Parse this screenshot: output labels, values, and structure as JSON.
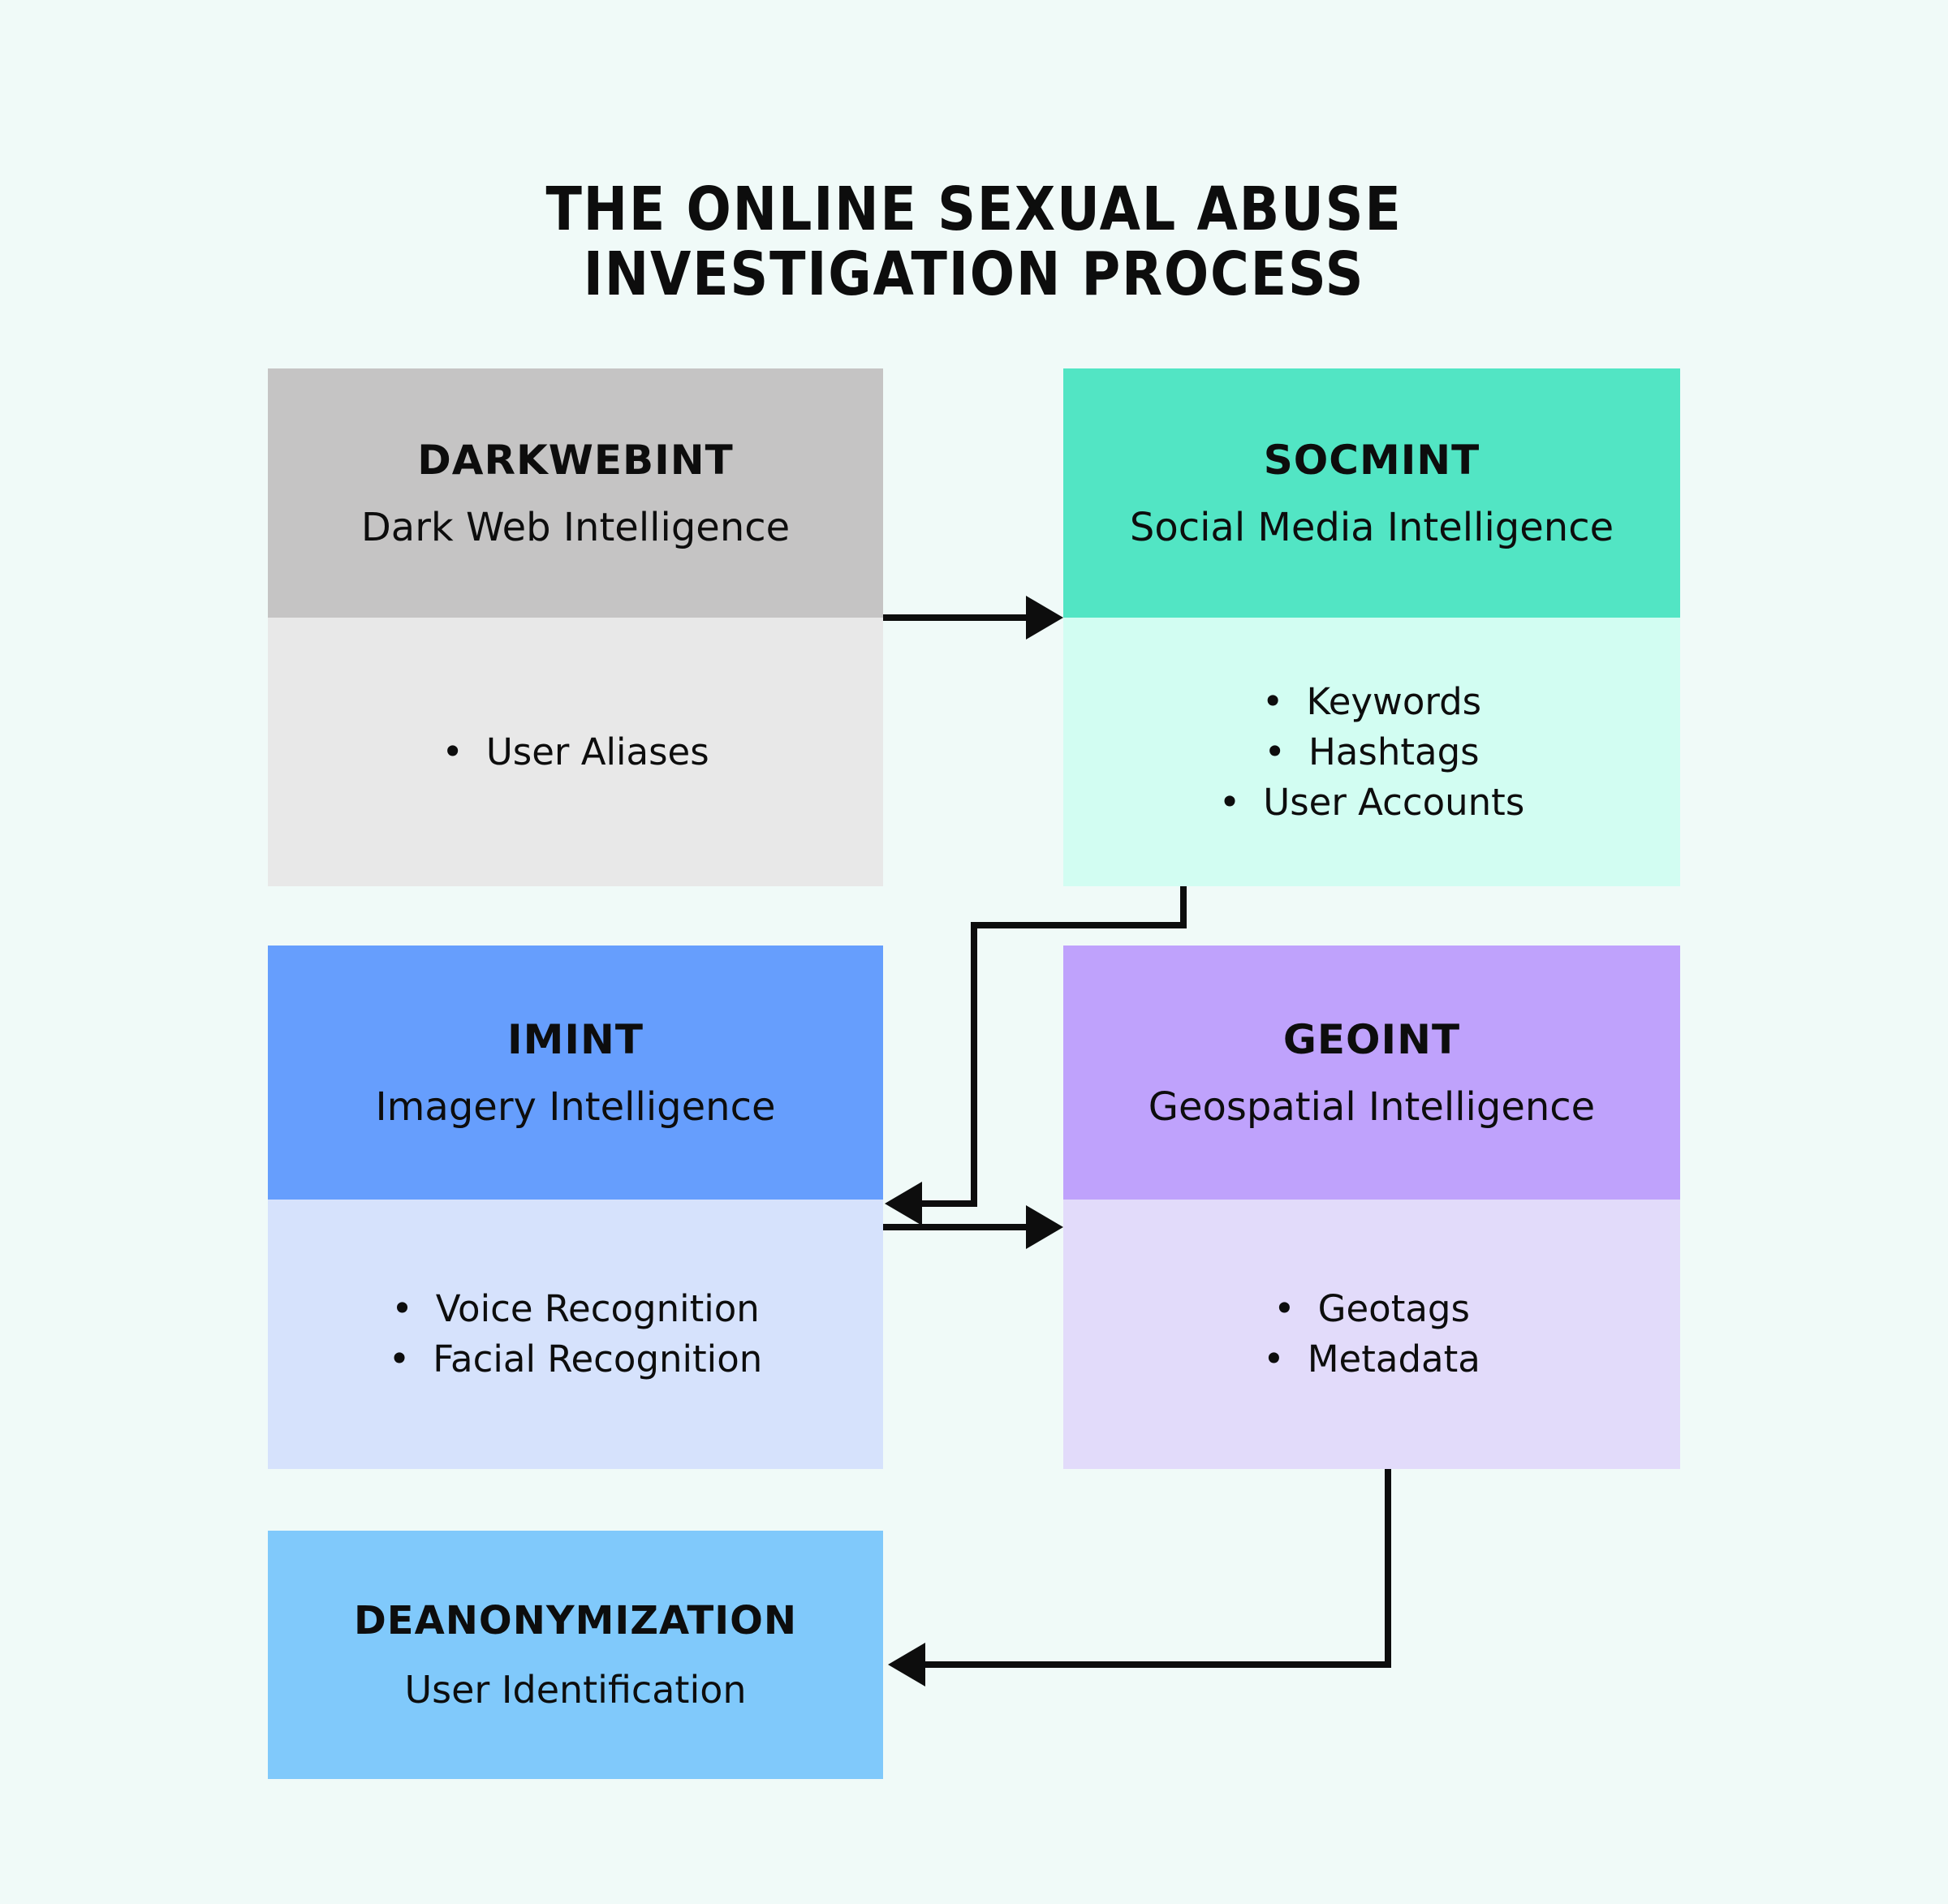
{
  "title": {
    "line1": "THE ONLINE SEXUAL ABUSE",
    "line2": "INVESTIGATION PROCESS"
  },
  "nodes": [
    {
      "id": "darkwebint",
      "acronym": "DARKWEBINT",
      "subtitle": "Dark Web Intelligence",
      "bullets": [
        "User Aliases"
      ],
      "header_color": "#c5c4c4",
      "body_color": "#e8e8e8"
    },
    {
      "id": "socmint",
      "acronym": "SOCMINT",
      "subtitle": "Social Media Intelligence",
      "bullets": [
        "Keywords",
        "Hashtags",
        "User Accounts"
      ],
      "header_color": "#52e5c4",
      "body_color": "#d2fdf2"
    },
    {
      "id": "imint",
      "acronym": "IMINT",
      "subtitle": "Imagery Intelligence",
      "bullets": [
        "Voice Recognition",
        "Facial Recognition"
      ],
      "header_color": "#669efd",
      "body_color": "#d6e2fc"
    },
    {
      "id": "geoint",
      "acronym": "GEOINT",
      "subtitle": "Geospatial Intelligence",
      "bullets": [
        "Geotags",
        "Metadata"
      ],
      "header_color": "#bfa2fc",
      "body_color": "#e2dbfa"
    },
    {
      "id": "deanonymization",
      "acronym": "DEANONYMIZATION",
      "subtitle": "User Identification",
      "bullets": [],
      "header_color": "#80c9fb",
      "body_color": "#80c9fb"
    }
  ],
  "edges": [
    {
      "from": "darkwebint",
      "to": "socmint"
    },
    {
      "from": "socmint",
      "to": "imint"
    },
    {
      "from": "imint",
      "to": "geoint"
    },
    {
      "from": "geoint",
      "to": "deanonymization"
    }
  ],
  "colors": {
    "background": "#f0faf8",
    "connector": "#0d0d0d",
    "text": "#0d0d0d"
  }
}
